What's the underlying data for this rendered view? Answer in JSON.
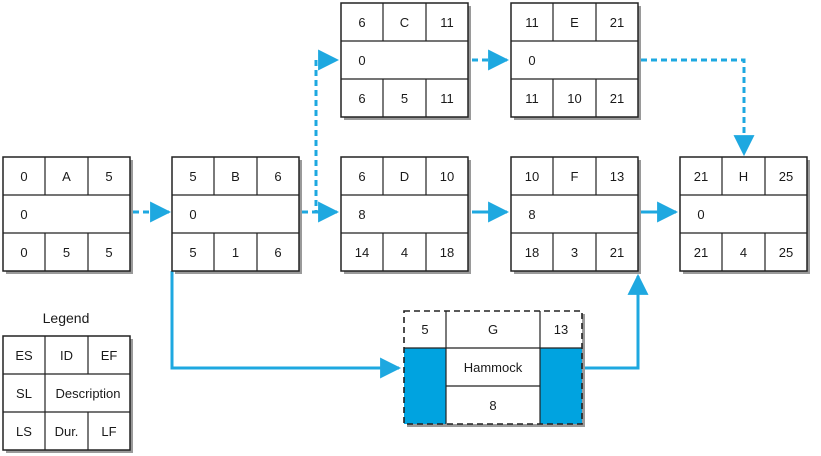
{
  "legend": {
    "title": "Legend",
    "es": "ES",
    "id": "ID",
    "ef": "EF",
    "sl": "SL",
    "description": "Description",
    "ls": "LS",
    "dur": "Dur.",
    "lf": "LF"
  },
  "nodes": {
    "A": {
      "es": "0",
      "id": "A",
      "ef": "5",
      "sl": "0",
      "desc": "",
      "ls": "0",
      "dur": "5",
      "lf": "5"
    },
    "B": {
      "es": "5",
      "id": "B",
      "ef": "6",
      "sl": "0",
      "desc": "",
      "ls": "5",
      "dur": "1",
      "lf": "6"
    },
    "C": {
      "es": "6",
      "id": "C",
      "ef": "11",
      "sl": "0",
      "desc": "",
      "ls": "6",
      "dur": "5",
      "lf": "11"
    },
    "D": {
      "es": "6",
      "id": "D",
      "ef": "10",
      "sl": "8",
      "desc": "",
      "ls": "14",
      "dur": "4",
      "lf": "18"
    },
    "E": {
      "es": "11",
      "id": "E",
      "ef": "21",
      "sl": "0",
      "desc": "",
      "ls": "11",
      "dur": "10",
      "lf": "21"
    },
    "F": {
      "es": "10",
      "id": "F",
      "ef": "13",
      "sl": "8",
      "desc": "",
      "ls": "18",
      "dur": "3",
      "lf": "21"
    },
    "H": {
      "es": "21",
      "id": "H",
      "ef": "25",
      "sl": "0",
      "desc": "",
      "ls": "21",
      "dur": "4",
      "lf": "25"
    },
    "G": {
      "es": "5",
      "id": "G",
      "ef": "13",
      "desc": "Hammock",
      "dur": "8"
    }
  },
  "colors": {
    "critical_path": "#1ea8e0",
    "hammock_fill": "#00a3e0",
    "box_border": "#222222",
    "shadow": "#9a9a9a"
  }
}
